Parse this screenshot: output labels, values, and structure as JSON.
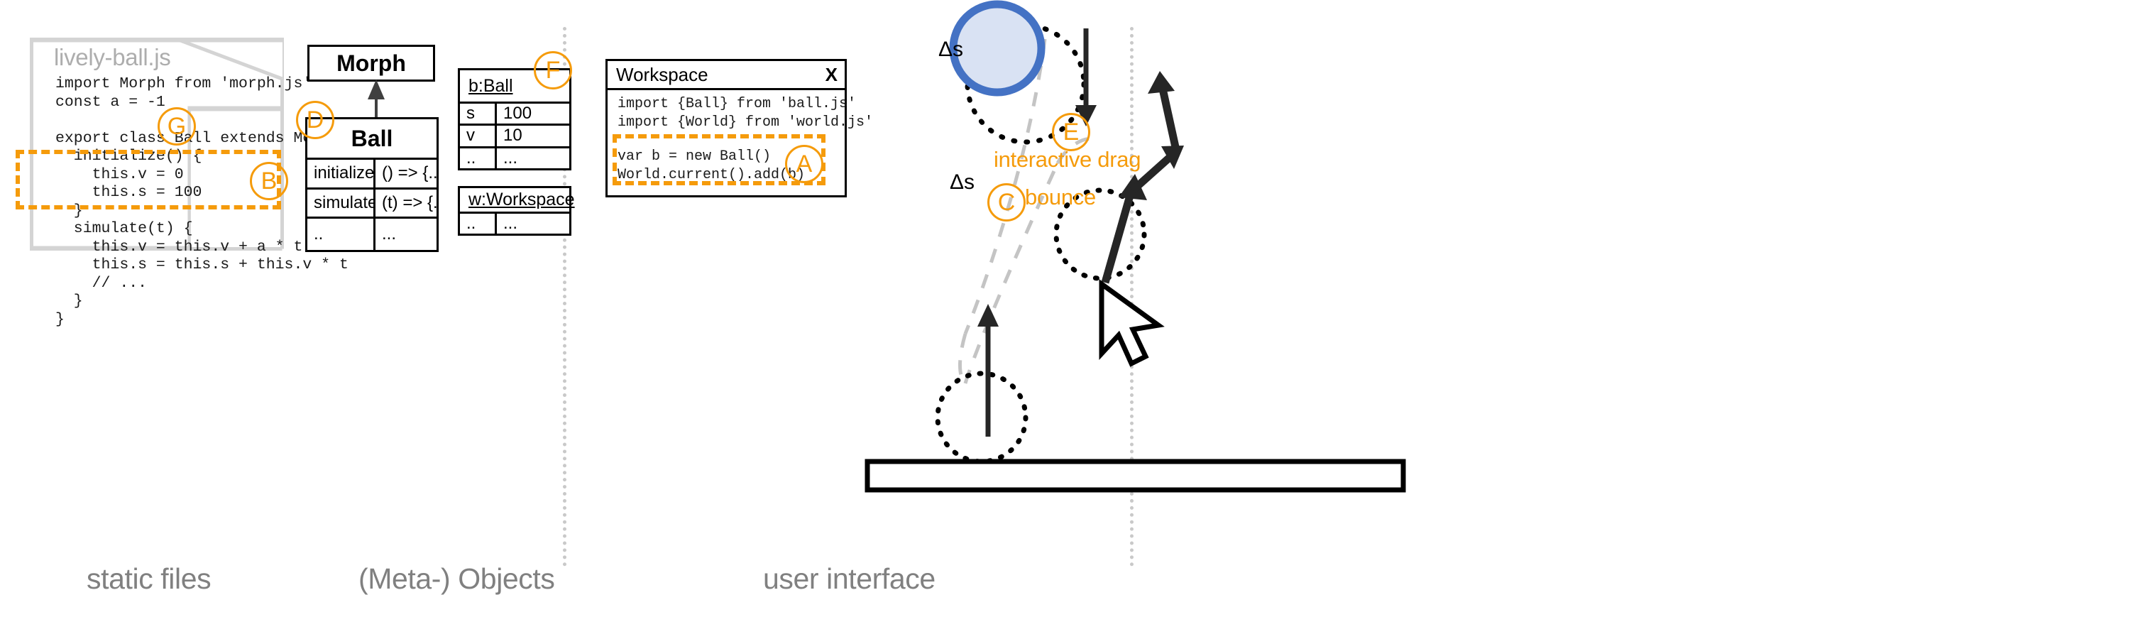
{
  "panels": {
    "static_files": "static files",
    "meta_objects": "(Meta-) Objects",
    "user_interface": "user interface"
  },
  "document": {
    "filename": "lively-ball.js",
    "code": "import Morph from 'morph.js'\nconst a = -1\n\nexport class Ball extends Morph {\n  initialize() {\n    this.v = 0\n    this.s = 100\n  }\n  simulate(t) {\n    this.v = this.v + a * t\n    this.s = this.s + this.v * t\n    // ...\n  }\n}"
  },
  "uml": {
    "morph": {
      "title": "Morph"
    },
    "ball": {
      "title": "Ball",
      "rows": [
        {
          "key": "initialize",
          "value": "() => {..}"
        },
        {
          "key": "simulate",
          "value": "(t) => {..}"
        },
        {
          "key": "..",
          "value": "..."
        }
      ]
    }
  },
  "objects": {
    "ball_instance": {
      "header": "b:Ball",
      "rows": [
        {
          "key": "s",
          "value": "100"
        },
        {
          "key": "v",
          "value": "10"
        },
        {
          "key": "..",
          "value": "..."
        }
      ]
    },
    "workspace_instance": {
      "header": "w:Workspace",
      "rows": [
        {
          "key": "..",
          "value": "..."
        }
      ]
    }
  },
  "workspace_window": {
    "title": "Workspace",
    "close_label": "X",
    "code_imports": "import {Ball} from 'ball.js'\nimport {World} from 'world.js'",
    "code_selected": "var b = new Ball()\nWorld.current().add(b)"
  },
  "scene": {
    "delta_top": "Δs",
    "delta_bottom": "Δs",
    "drag_label": "interactive drag",
    "bounce_label": "bounce"
  },
  "badges": {
    "a": "A",
    "b": "B",
    "c": "C",
    "d": "D",
    "e": "E",
    "f": "F",
    "g": "G"
  },
  "colors": {
    "accent_orange": "#F59B0B",
    "ball_stroke": "#4472C4",
    "ball_fill": "#D9E2F3",
    "caption_gray": "#808080",
    "doc_border": "#D4D4D4"
  }
}
